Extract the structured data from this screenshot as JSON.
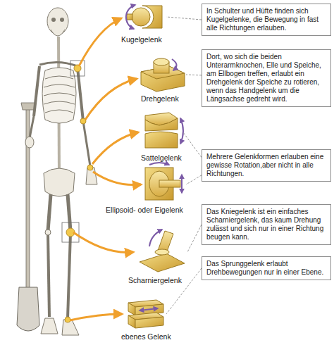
{
  "diagram": {
    "nodes": [
      {
        "text": [
          "In Schulter und Hüfte finden sich Kugelgelenke, die Bewegung in fast alle Richtungen erlauben."
        ]
      },
      {
        "text": [
          "Dort, wo sich die beiden Unterarmknochen, Elle und Speiche, am Ellbogen treffen, erlaubt ein Drehgelenk der Speiche zu rotieren, wenn das Handgelenk um die Längsachse gedreht wird."
        ]
      },
      {
        "text": [
          "Mehrere Gelenkformen erlauben eine gewisse Rotation,aber nicht in alle Richtungen."
        ]
      },
      {
        "text": [
          "Das Kniegelenk ist ein einfaches Scharniergelenk, das kaum Drehung zulässt und sich nur in einer Richtung beugen kann."
        ]
      },
      {
        "text": [
          "Das Sprunggelenk erlaubt Drehbewegungen nur in einer Ebene."
        ]
      }
    ],
    "labels": [
      "Kugelgelenk",
      "Drehgelenk",
      "Sattelgelenk",
      "Ellipsoid- oder Eigelenk",
      "Scharniergelenk",
      "ebenes Gelenk"
    ]
  }
}
